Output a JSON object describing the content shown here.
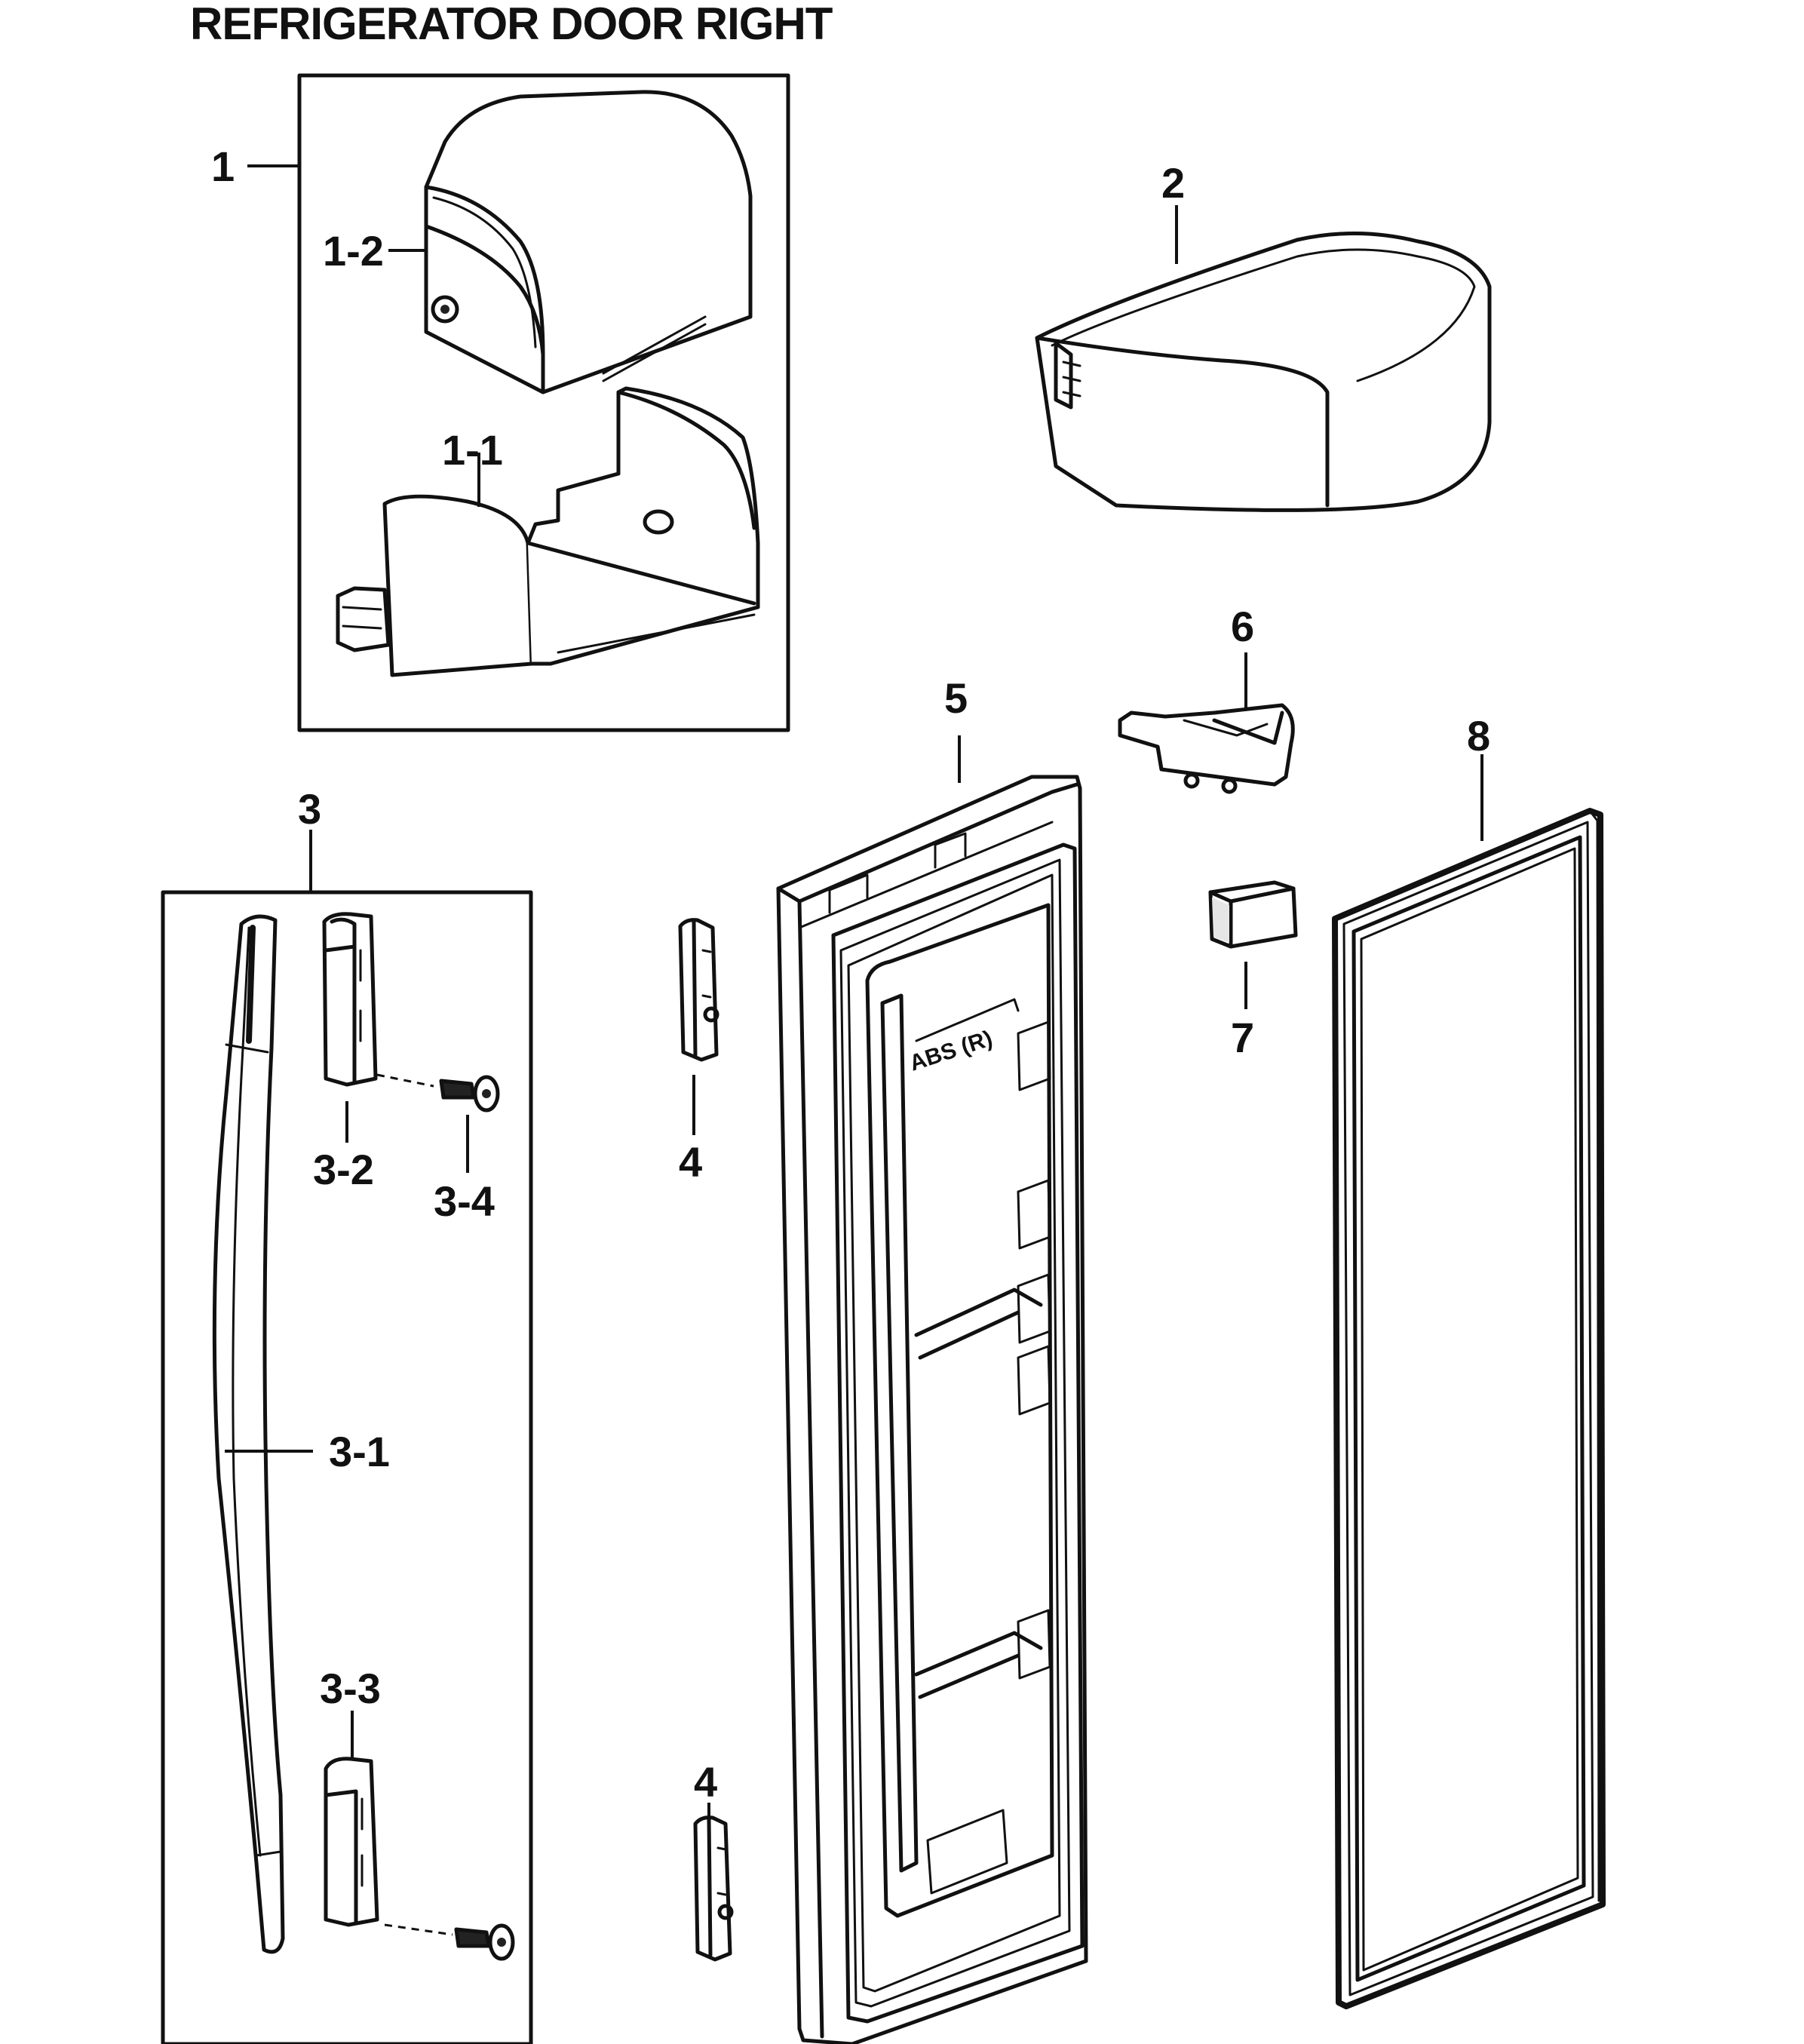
{
  "title": "REFRIGERATOR DOOR RIGHT",
  "callouts": {
    "p1": "1",
    "p1_2": "1-2",
    "p1_1": "1-1",
    "p2": "2",
    "p3": "3",
    "p3_1": "3-1",
    "p3_2": "3-2",
    "p3_3": "3-3",
    "p3_4": "3-4",
    "p4_upper": "4",
    "p4_lower": "4",
    "p5": "5",
    "p6": "6",
    "p7": "7",
    "p8": "8"
  },
  "door_marking": "ABS (R)"
}
